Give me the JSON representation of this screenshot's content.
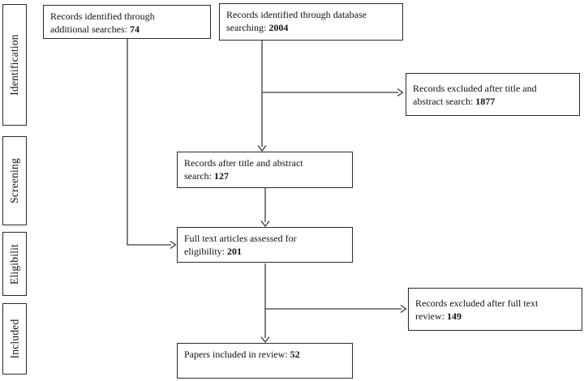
{
  "diagram": {
    "stages": [
      {
        "label": "Identification"
      },
      {
        "label": "Screening"
      },
      {
        "label": "Eligibilit"
      },
      {
        "label": "Included"
      }
    ],
    "nodes": [
      {
        "id": "additional",
        "prefix": "Records identified through\nadditional searches: ",
        "value": "74"
      },
      {
        "id": "database",
        "prefix": "Records identified through database\nsearching: ",
        "value": "2004"
      },
      {
        "id": "excluded_title",
        "prefix": "Records excluded after title and\nabstract search: ",
        "value": "1877"
      },
      {
        "id": "after_title",
        "prefix": "Records after title and abstract\nsearch: ",
        "value": "127"
      },
      {
        "id": "fulltext",
        "prefix": "Full text articles assessed for\neligibility: ",
        "value": "201"
      },
      {
        "id": "excluded_fulltext",
        "prefix": "Records excluded after full text\nreview: ",
        "value": "149"
      },
      {
        "id": "included",
        "prefix": "Papers included in review: ",
        "value": "52"
      }
    ],
    "colors": {
      "border": "#2a2a2a",
      "line": "#3a3a3a",
      "text": "#111111",
      "background": "#ffffff"
    }
  }
}
